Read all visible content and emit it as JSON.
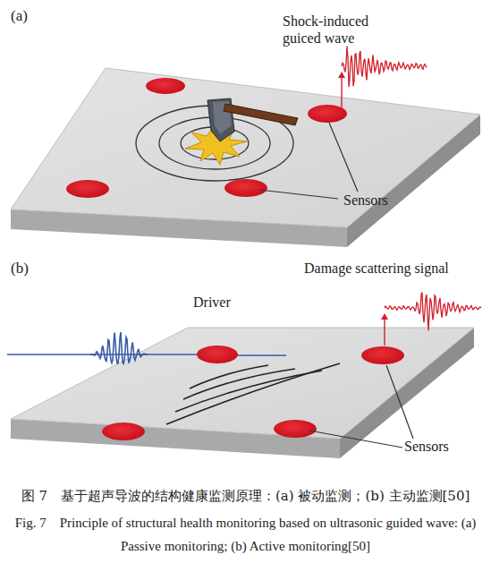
{
  "diagram": {
    "caption": "图 7　基于超声导波的结构健康监测原理：(a) 被动监测；(b) 主动监测[50]",
    "labels": [
      "(a)",
      "Shock-induced guiced wave",
      "Sensors",
      "(b)",
      "Driver",
      "Damage scattering signal",
      "Sensors",
      "Fig. 7　Principle of structural health monitoring based on ultrasonic guided wave: (a) Passive monitoring; (b) Active monitoring[50]"
    ]
  }
}
